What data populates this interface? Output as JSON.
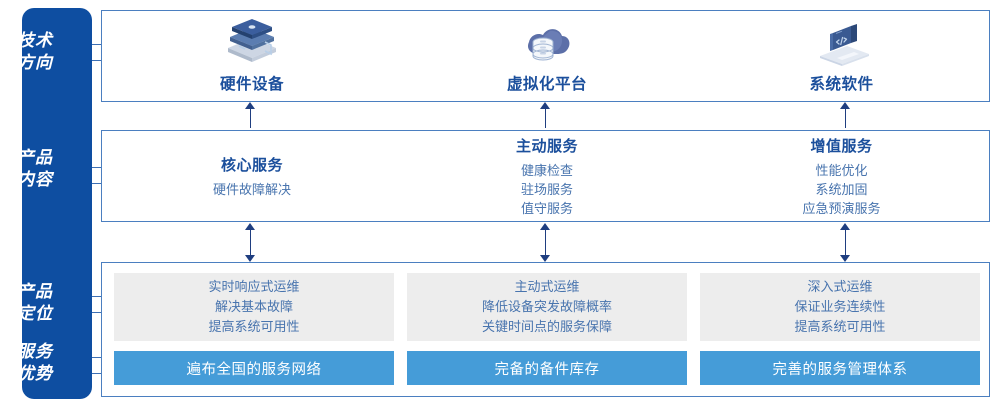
{
  "rail": {
    "items": [
      {
        "name": "tech-direction",
        "lines": [
          "技术",
          "方向"
        ]
      },
      {
        "name": "product-content",
        "lines": [
          "产品",
          "内容"
        ]
      },
      {
        "name": "product-position",
        "lines": [
          "产品",
          "定位"
        ]
      },
      {
        "name": "service-advantage",
        "lines": [
          "服务",
          "优势"
        ]
      }
    ]
  },
  "tech_direction": {
    "columns": [
      {
        "icon": "server-stack-icon",
        "label": "硬件设备"
      },
      {
        "icon": "cloud-database-icon",
        "label": "虚拟化平台"
      },
      {
        "icon": "laptop-code-icon",
        "label": "系统软件"
      }
    ]
  },
  "product_content": {
    "columns": [
      {
        "title": "核心服务",
        "items": [
          "硬件故障解决"
        ]
      },
      {
        "title": "主动服务",
        "items": [
          "健康检查",
          "驻场服务",
          "值守服务"
        ]
      },
      {
        "title": "增值服务",
        "items": [
          "性能优化",
          "系统加固",
          "应急预演服务"
        ]
      }
    ]
  },
  "product_position": {
    "columns": [
      {
        "lines": [
          "实时响应式运维",
          "解决基本故障",
          "提高系统可用性"
        ]
      },
      {
        "lines": [
          "主动式运维",
          "降低设备突发故障概率",
          "关键时间点的服务保障"
        ]
      },
      {
        "lines": [
          "深入式运维",
          "保证业务连续性",
          "提高系统可用性"
        ]
      }
    ]
  },
  "service_advantage": {
    "bars": [
      "遍布全国的服务网络",
      "完备的备件库存",
      "完善的服务管理体系"
    ]
  },
  "colors": {
    "rail_blue": "#0E4EA1",
    "panel_border": "#4B7FC0",
    "title_blue": "#1B4F9C",
    "body_blue": "#4874AE",
    "bar_blue": "#459CD8",
    "grey_box": "#EDEDED",
    "arrow_navy": "#1F3E80"
  }
}
